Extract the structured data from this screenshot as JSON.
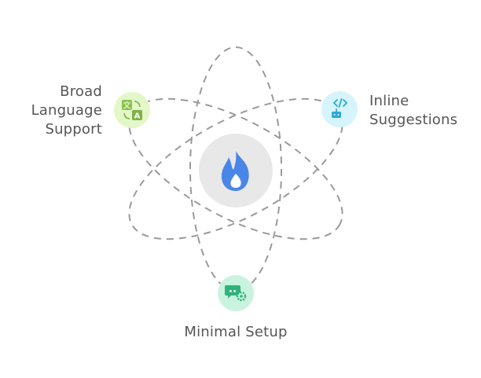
{
  "diagram": {
    "center": {
      "icon": "flame-icon",
      "circle_color": "#e8e8e8",
      "icon_color": "#4a86e8"
    },
    "orbit_color": "#9a9a9a",
    "nodes": [
      {
        "id": "broad-language-support",
        "label_lines": [
          "Broad",
          "Language",
          "Support"
        ],
        "icon": "translate-icon",
        "fill": "#e3f7c9",
        "icon_color": "#7cb342"
      },
      {
        "id": "inline-suggestions",
        "label_lines": [
          "Inline",
          "Suggestions"
        ],
        "icon": "code-robot-icon",
        "fill": "#d6f4fb",
        "icon_color": "#29a9d6"
      },
      {
        "id": "minimal-setup",
        "label_lines": [
          "Minimal Setup"
        ],
        "icon": "chat-gear-icon",
        "fill": "#c9f3df",
        "icon_color": "#2fb37a"
      }
    ]
  }
}
